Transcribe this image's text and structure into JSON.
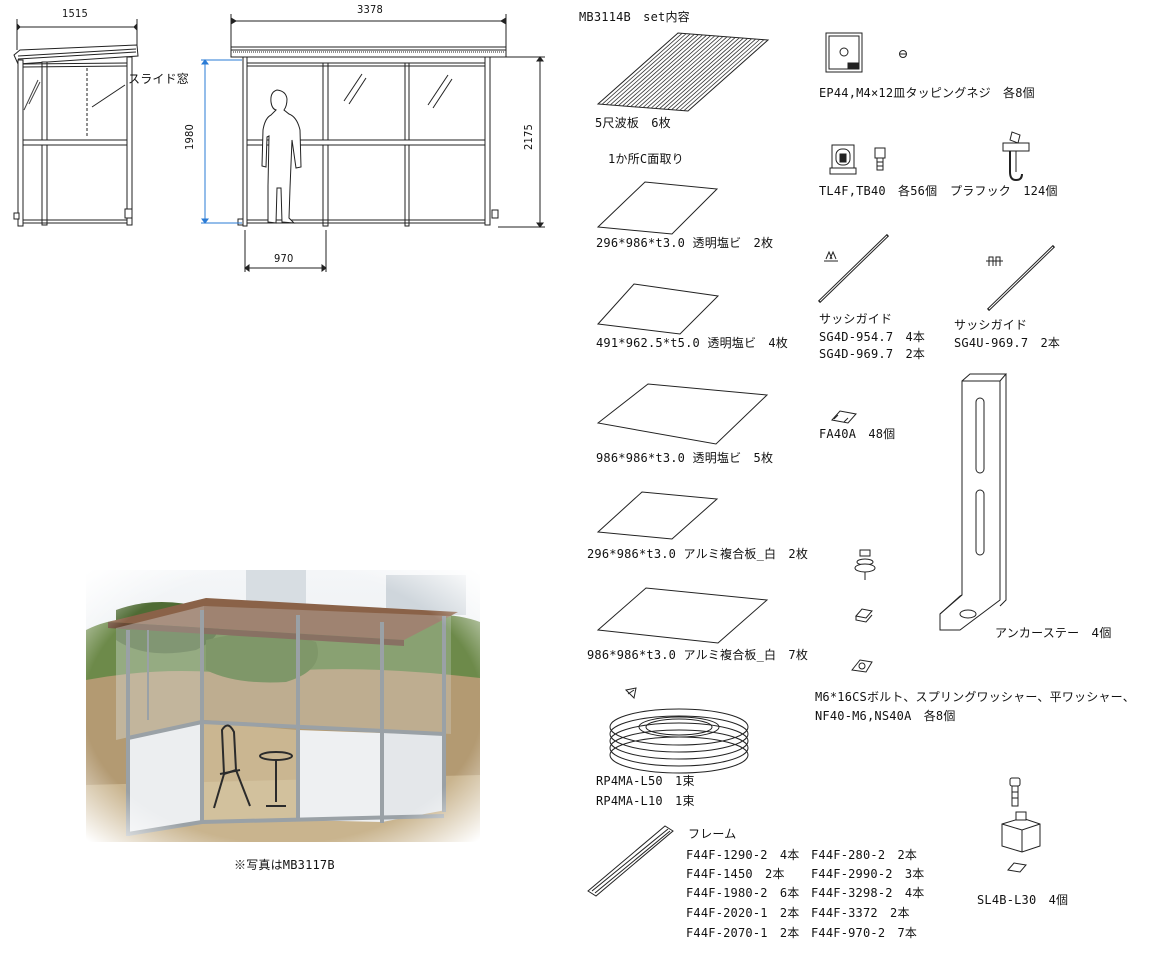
{
  "colors": {
    "accent": "#2a7bd6",
    "line": "#222222"
  },
  "drawings": {
    "side_width": "1515",
    "front_width": "3378",
    "door_width": "970",
    "door_height": "1980",
    "total_height": "2175",
    "slide_window_label": "スライド窓"
  },
  "photo": {
    "caption": "※写真はMB3117B"
  },
  "set": {
    "title": "MB3114B　set内容",
    "items": {
      "corrugated": "5尺波板　6枚",
      "chamfer_note": "1か所C面取り",
      "pvc_296": "296*986*t3.0 透明塩ビ　2枚",
      "pvc_491": "491*962.5*t5.0 透明塩ビ　4枚",
      "pvc_986": "986*986*t3.0 透明塩ビ　5枚",
      "alu_296": "296*986*t3.0 アルミ複合板_白　2枚",
      "alu_986": "986*986*t3.0 アルミ複合板_白　7枚",
      "rp_l50": "RP4MA-L50　1束",
      "rp_l10": "RP4MA-L10　1束",
      "ep44": "EP44,M4×12皿タッピングネジ　各8個",
      "tl4f": "TL4F,TB40　各56個",
      "plahook": "プラフック　124個",
      "sash_guide_d_label": "サッシガイド",
      "sg4d_954": "SG4D-954.7　4本",
      "sg4d_969": "SG4D-969.7　2本",
      "sash_guide_u_label": "サッシガイド",
      "sg4u_969": "SG4U-969.7　2本",
      "fa40a": "FA40A　48個",
      "anchor": "アンカーステー　4個",
      "bolt_line1": "M6*16CSボルト、スプリングワッシャー、平ワッシャー、",
      "bolt_line2": "NF40-M6,NS40A　各8個",
      "sl4b": "SL4B-L30　4個",
      "frame_label": "フレーム"
    },
    "frames": [
      [
        "F44F-1290-2　4本",
        "F44F-280-2　2本"
      ],
      [
        "F44F-1450　2本",
        "F44F-2990-2　3本"
      ],
      [
        "F44F-1980-2　6本",
        "F44F-3298-2　4本"
      ],
      [
        "F44F-2020-1　2本",
        "F44F-3372　2本"
      ],
      [
        "F44F-2070-1　2本",
        "F44F-970-2　7本"
      ]
    ]
  }
}
